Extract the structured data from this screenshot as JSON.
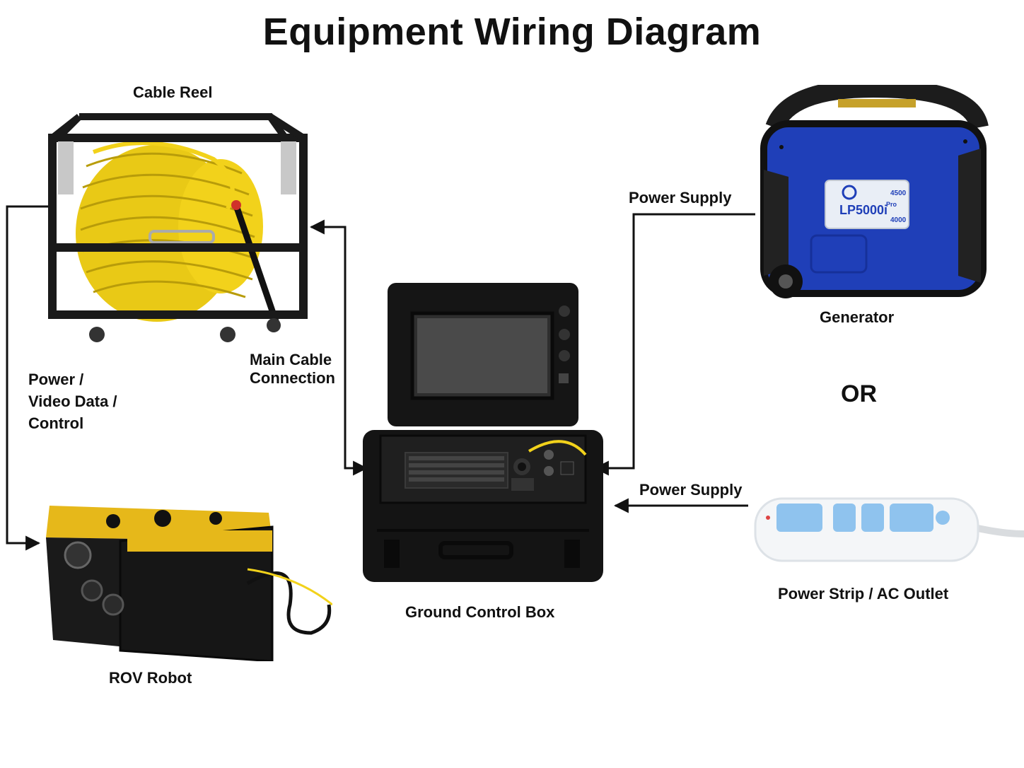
{
  "title": "Equipment Wiring Diagram",
  "devices": {
    "cable_reel": "Cable Reel",
    "generator": "Generator",
    "ground_control_box": "Ground Control Box",
    "rov_robot": "ROV Robot",
    "power_strip": "Power Strip / AC Outlet"
  },
  "connections": {
    "generator_to_box": "Power Supply",
    "strip_to_box": "Power Supply",
    "reel_to_box": "Main Cable\nConnection",
    "reel_to_rov": "Power /\nVideo Data /\nControl"
  },
  "alternative": "OR",
  "generator_markings": {
    "model": "LP5000i",
    "variant": "Pro",
    "rating_top": "4500",
    "rating_bottom": "4000"
  },
  "colors": {
    "cable_yellow": "#f2d21b",
    "frame_black": "#1a1a1a",
    "generator_blue": "#1f3fb8",
    "strip_white": "#f4f6f8",
    "socket_blue": "#8fc3ee",
    "wire_black": "#111111"
  }
}
